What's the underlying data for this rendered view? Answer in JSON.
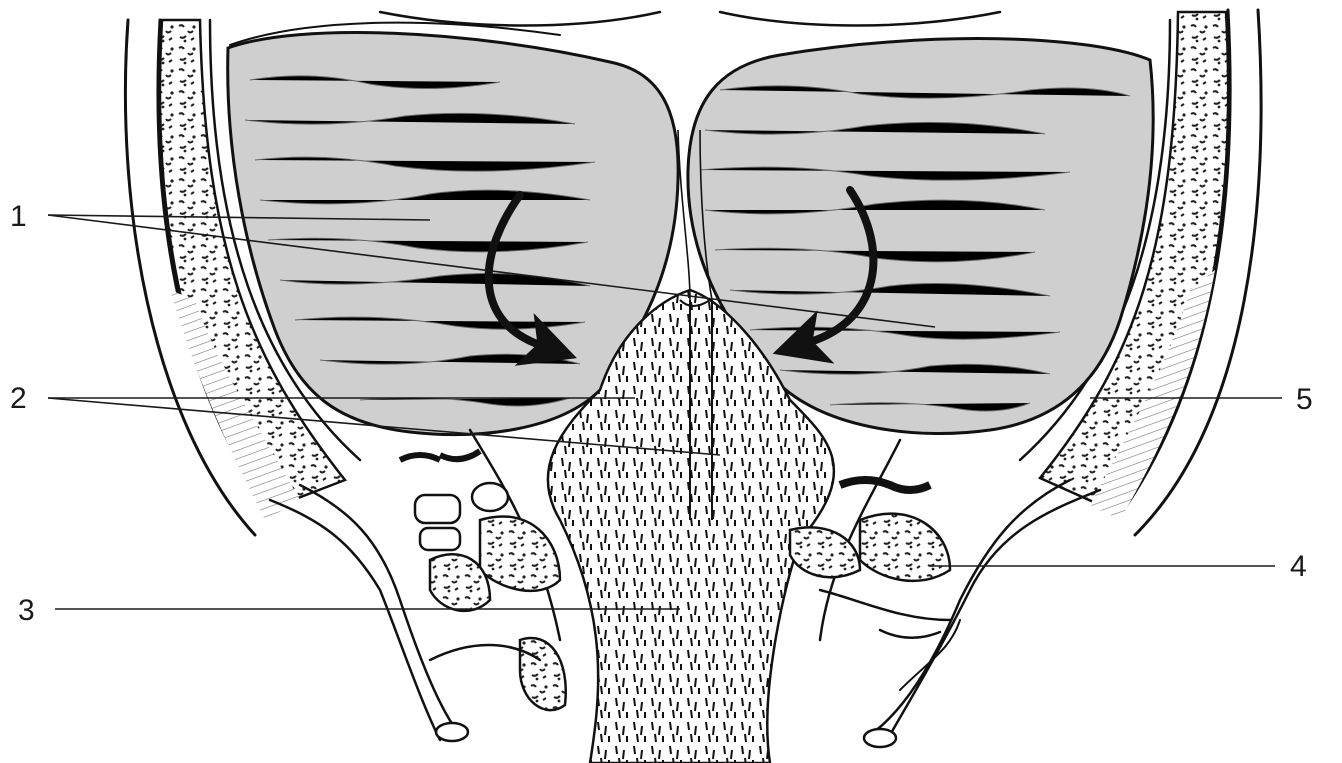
{
  "labels": [
    {
      "id": "1",
      "text": "1"
    },
    {
      "id": "2",
      "text": "2"
    },
    {
      "id": "3",
      "text": "3"
    },
    {
      "id": "4",
      "text": "4"
    },
    {
      "id": "5",
      "text": "5"
    }
  ],
  "colors": {
    "lobe_fill": "#cfcfcf",
    "ink": "#111111",
    "bone_spots": "#333333",
    "background": "#ffffff"
  },
  "icons": [
    "curved-arrow-left-lobe",
    "curved-arrow-right-lobe"
  ]
}
